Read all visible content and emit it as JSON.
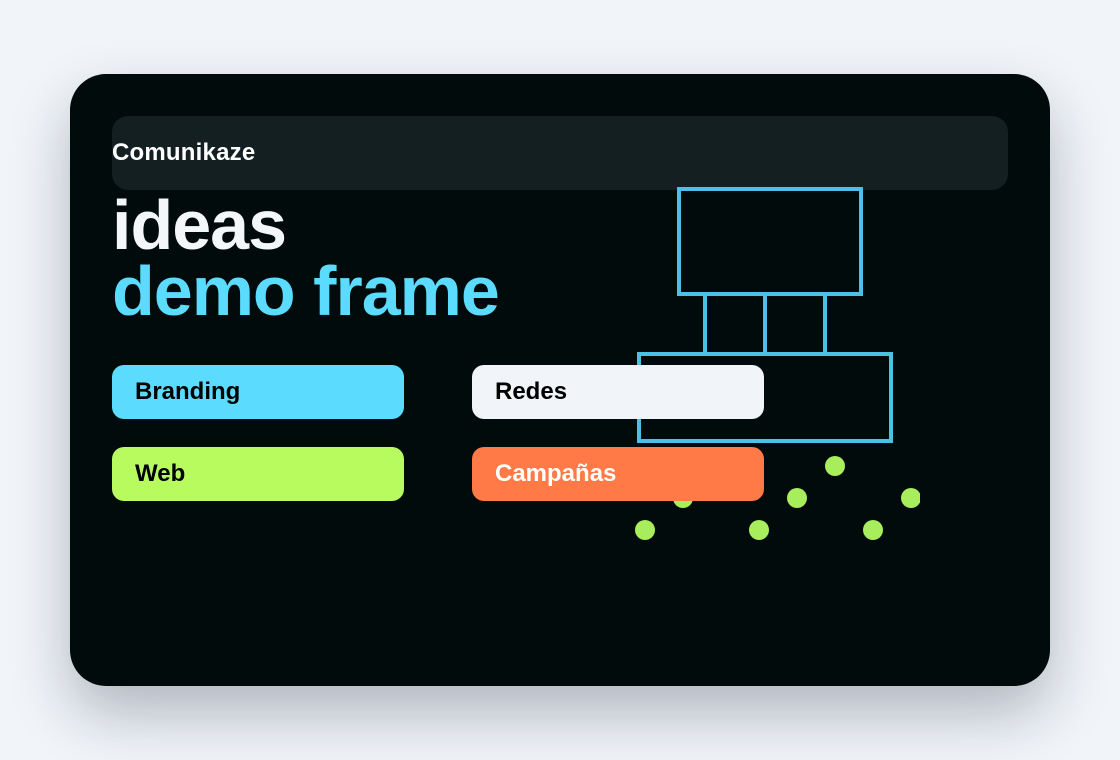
{
  "brand": "Comunikaze",
  "headline": {
    "line1": "ideas",
    "line2": "demo frame"
  },
  "services": {
    "branding": "Branding",
    "redes": "Redes",
    "web": "Web",
    "campanas": "Campañas"
  },
  "colors": {
    "page_bg": "#f1f5f9",
    "frame_bg": "#010b0c",
    "topbar_bg": "#131f20",
    "accent_cyan": "#5bdcff",
    "accent_lime": "#b8fb5f",
    "accent_orange": "#ff7a47",
    "outline_blue": "#4cc1e6",
    "dot_green": "#a8ee5c"
  }
}
